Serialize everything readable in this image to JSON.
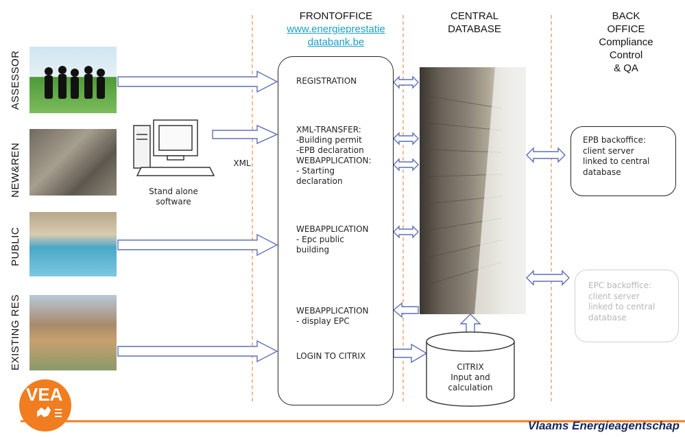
{
  "columns": {
    "frontoffice": {
      "title": "FRONTOFFICE",
      "link_line1": "www.energieprestatie",
      "link_line2": "databank.be"
    },
    "central": {
      "line1": "CENTRAL",
      "line2": "DATABASE"
    },
    "backoffice": {
      "line1": "BACK",
      "line2": "OFFICE",
      "line3": "Compliance",
      "line4": "Control",
      "line5": "& QA"
    }
  },
  "rows": {
    "assessor": "ASSESSOR",
    "newren": "NEW&REN",
    "public": "PUBLIC",
    "existing": "EXISTING RES"
  },
  "frontoffice_items": {
    "registration": "REGISTRATION",
    "xml_transfer": "XML-TRANSFER:\n-Building permit\n-EPB declaration\nWEBAPPLICATION:\n- Starting\ndeclaration",
    "webapp_epc_public": "WEBAPPLICATION\n- Epc public\nbuilding",
    "webapp_display": "WEBAPPLICATION\n- display EPC",
    "login_citrix": "LOGIN TO CITRIX"
  },
  "standalone": {
    "label": "Stand alone\nsoftware",
    "xml": "XML"
  },
  "citrix": {
    "label": "CITRIX\nInput and\ncalculation"
  },
  "backoffice_boxes": {
    "epb": "EPB backoffice:\nclient server\nlinked to central\ndatabase",
    "epc": "EPC backoffice:\nclient server\nlinked to central\ndatabase"
  },
  "logo": {
    "text": "VEA"
  },
  "footer": {
    "title": "Vlaams Energieagentschap"
  },
  "colors": {
    "accent_orange": "#f07d1f",
    "arrow_blue": "#5b6fb8",
    "navy": "#16285c",
    "link": "#1aa0c8"
  }
}
